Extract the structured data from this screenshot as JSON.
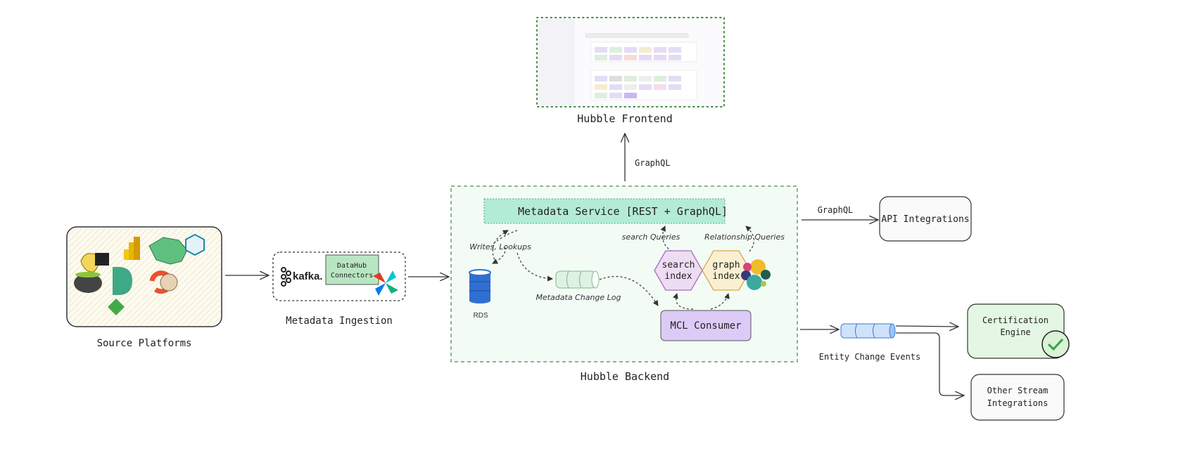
{
  "frontend": {
    "label": "Hubble Frontend",
    "edge_label": "GraphQL"
  },
  "backend": {
    "label": "Hubble Backend",
    "metadata_service": "Metadata Service [REST + GraphQL]",
    "writes_lookups": "Writes, Lookups",
    "rds": "RDS",
    "change_log": "Metadata Change Log",
    "search_queries": "search Queries",
    "relationship_queries": "Relationship Queries",
    "search_index": [
      "search",
      "index"
    ],
    "graph_index": [
      "graph",
      "index"
    ],
    "mcl_consumer": "MCL Consumer"
  },
  "sources": {
    "label": "Source Platforms",
    "icons": [
      "aws-glue-icon",
      "power-bi-icon",
      "brain-icon",
      "s-hexagon-icon",
      "cauldron-icon",
      "d-logo-icon",
      "c-logo-icon",
      "hamster-icon",
      "green-wave-icon"
    ]
  },
  "ingestion": {
    "label": "Metadata Ingestion",
    "kafka": "kafka.",
    "connectors": [
      "DataHub",
      "Connectors"
    ]
  },
  "outputs": {
    "api_edge_label": "GraphQL",
    "api_integrations": "API Integrations",
    "entity_change_events": "Entity Change Events",
    "certification_engine": [
      "Certification",
      "Engine"
    ],
    "other_stream": [
      "Other Stream",
      "Integrations"
    ]
  },
  "colors": {
    "backend_fill": "#f3fbf5",
    "service_fill": "#b4ebd6",
    "mcl_fill": "#dccbf7",
    "cert_fill": "#e4f7e4",
    "queue_blue": "#4a90e2",
    "log_green": "#8cc99a"
  }
}
